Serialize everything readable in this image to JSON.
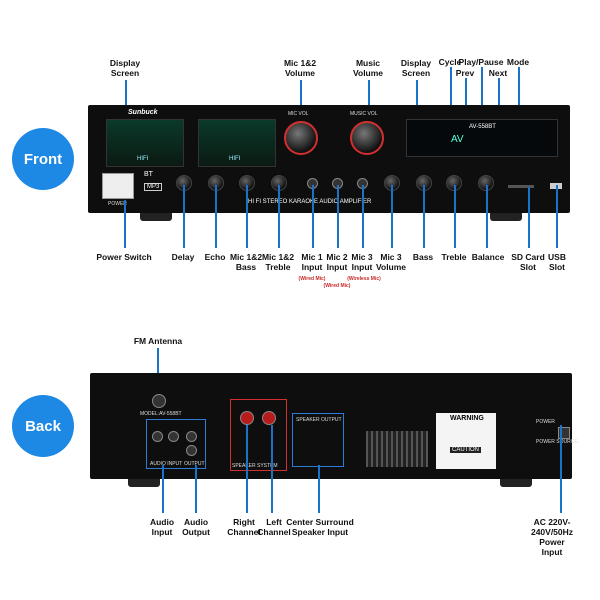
{
  "badges": {
    "front": "Front",
    "back": "Back"
  },
  "front": {
    "brand": "Sunbuck",
    "model": "AV-558BT",
    "panel_text": "HI FI STEREO KARAOKE AUDIO AMPLIFIER",
    "power_label": "POWER",
    "mp3_label": "MP3",
    "bt_label": "BT",
    "hifi_left": "HIFI",
    "hifi_right": "HIFI",
    "mic_vol": "MIC VOL",
    "music_vol": "MUSIC VOL",
    "display_digits": "AV",
    "top_labels": {
      "display_left": "Display\nScreen",
      "mic_volume": "Mic 1&2\nVolume",
      "music_volume": "Music\nVolume",
      "display_right": "Display\nScreen",
      "cycle": "Cycle",
      "prev": "Prev",
      "play_pause": "Play/Pause",
      "next": "Next",
      "mode": "Mode"
    },
    "bottom_labels": {
      "power_switch": "Power Switch",
      "delay": "Delay",
      "echo": "Echo",
      "mic_bass": "Mic 1&2\nBass",
      "mic_treble": "Mic 1&2\nTreble",
      "mic1": "Mic 1\nInput",
      "mic2": "Mic 2\nInput",
      "mic3": "Mic 3\nInput",
      "mic3_volume": "Mic 3\nVolume",
      "bass": "Bass",
      "treble": "Treble",
      "balance": "Balance",
      "sd_card": "SD Card\nSlot",
      "usb": "USB\nSlot"
    },
    "mic_notes": {
      "mic1": "(Wired Mic)",
      "mic2": "(Wired Mic)",
      "mic3": "(Wireless Mic)"
    }
  },
  "back": {
    "model": "MODEL:AV-558BT",
    "audio_input": "AUDIO INPUT",
    "output": "OUTPUT",
    "speaker_system": "SPEAKER SYSTEM",
    "speaker_output": "SPEAKER OUTPUT",
    "warning": "WARNING",
    "caution": "CAUTION",
    "power": "POWER",
    "power_source": "POWER SOURCE:",
    "top_labels": {
      "fm_antenna": "FM Antenna"
    },
    "bottom_labels": {
      "audio_input": "Audio\nInput",
      "audio_output": "Audio\nOutput",
      "right": "Right\nChannel",
      "left": "Left\nChannel",
      "center": "Center Surround\nSpeaker Input",
      "ac_power": "AC 220V-240V/50Hz\nPower Input"
    }
  },
  "colors": {
    "accent": "#1e88e5",
    "line": "#1a73c9",
    "chassis": "#0e0e0e",
    "highlight": "#d32f2f"
  }
}
